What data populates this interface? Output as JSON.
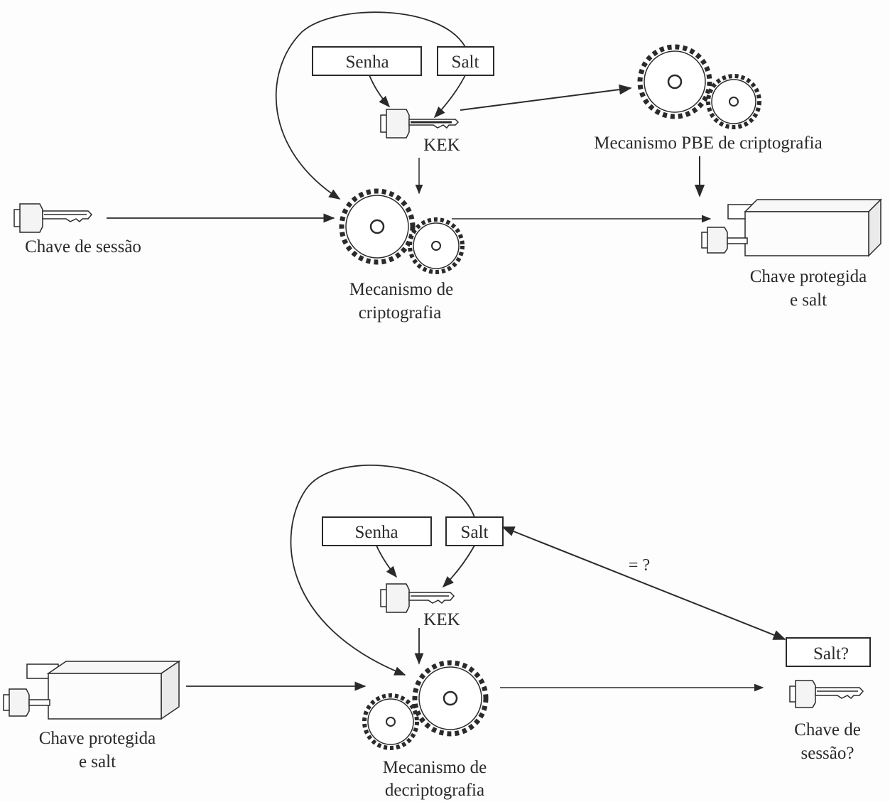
{
  "top": {
    "password_box": "Senha",
    "salt_box": "Salt",
    "kek_label": "KEK",
    "pbe_label": "Mecanismo PBE de criptografia",
    "session_key_label": "Chave de sessão",
    "encrypt_label_line1": "Mecanismo de",
    "encrypt_label_line2": "criptografia",
    "protected_label_line1": "Chave protegida",
    "protected_label_line2": "e salt"
  },
  "bottom": {
    "password_box": "Senha",
    "salt_box": "Salt",
    "kek_label": "KEK",
    "compare_label": "= ?",
    "salt_check_box": "Salt?",
    "protected_label_line1": "Chave protegida",
    "protected_label_line2": "e salt",
    "decrypt_label_line1": "Mecanismo de",
    "decrypt_label_line2": "decriptografia",
    "session_key_label_line1": "Chave de",
    "session_key_label_line2": "sessão?"
  },
  "icons": [
    "key-icon",
    "gear-icon",
    "box-icon"
  ],
  "colors": {
    "ink": "#2a2a2a",
    "paper": "#fdfdfd"
  }
}
